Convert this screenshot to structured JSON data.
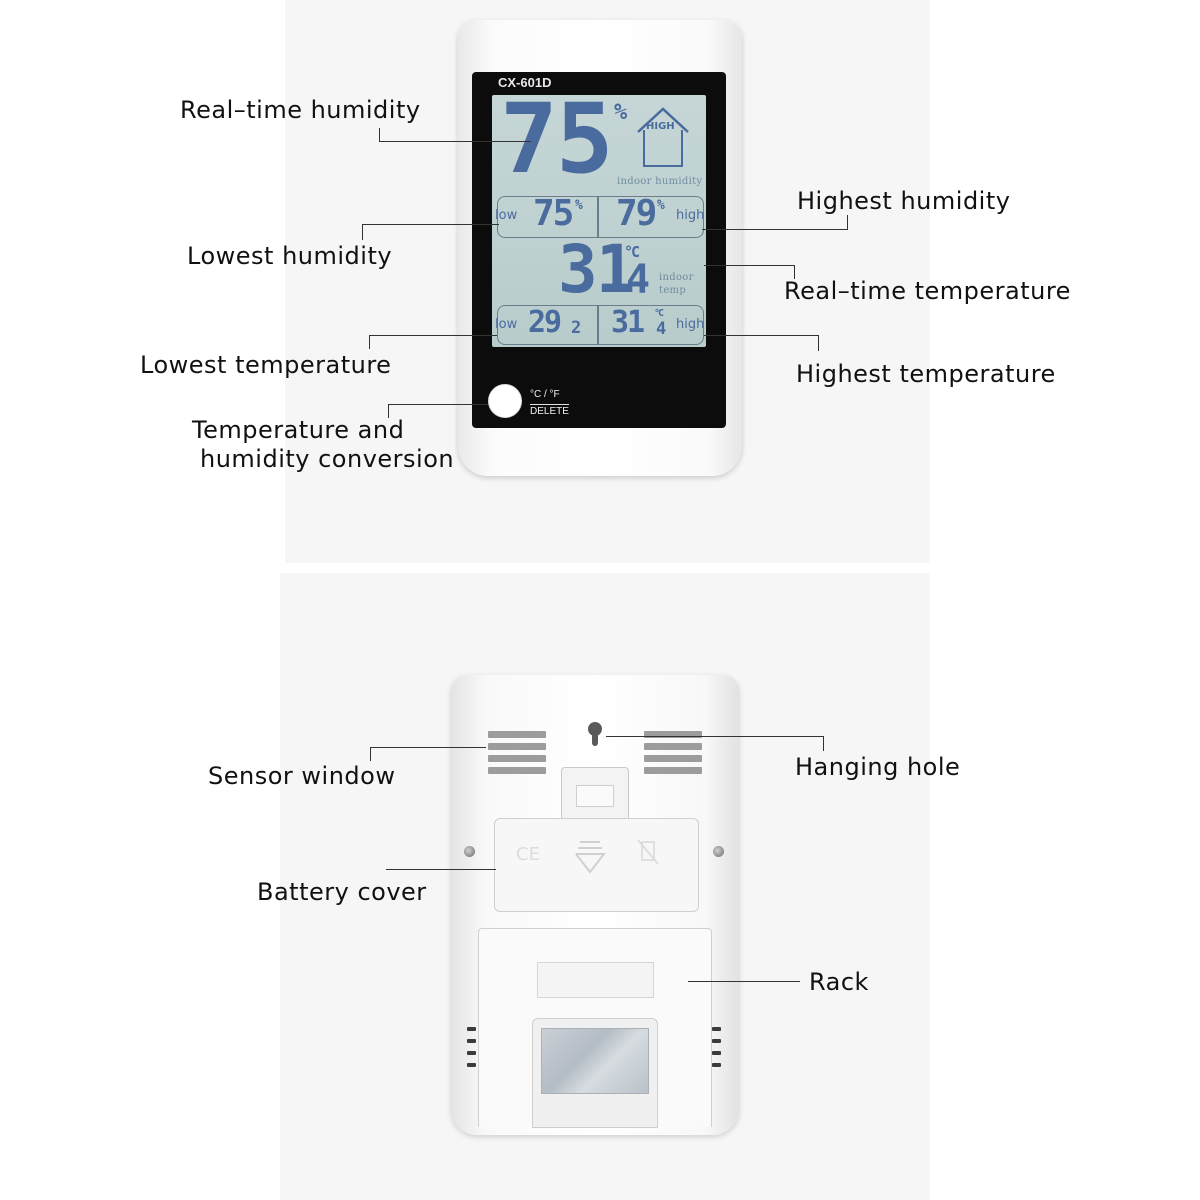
{
  "front": {
    "model": "CX-601D",
    "lcd": {
      "humidity_main": "75",
      "humidity_unit": "%",
      "house_badge": "HIGH",
      "indoor_humidity_text": "indoor humidity",
      "low_word": "low",
      "high_word": "high",
      "low_humidity": "75",
      "high_humidity": "79",
      "percent": "%",
      "temp_main_int": "31",
      "temp_main_dec": "4",
      "celsius": "°C",
      "indoor_temp_text_1": "indoor",
      "indoor_temp_text_2": "temp",
      "low_temp_int": "29",
      "low_temp_dec": "2",
      "high_temp_int": "31",
      "high_temp_dec": "4"
    },
    "button": {
      "unit": "°C / °F",
      "delete": "DELETE"
    },
    "callouts": {
      "realtime_humidity": "Real–time humidity",
      "highest_humidity": "Highest humidity",
      "lowest_humidity": "Lowest humidity",
      "realtime_temperature": "Real–time temperature",
      "lowest_temperature": "Lowest temperature",
      "highest_temperature": "Highest temperature",
      "conversion_line1": "Temperature and",
      "conversion_line2": "humidity conversion"
    }
  },
  "back": {
    "callouts": {
      "sensor_window": "Sensor window",
      "hanging_hole": "Hanging hole",
      "battery_cover": "Battery cover",
      "rack": "Rack"
    }
  }
}
